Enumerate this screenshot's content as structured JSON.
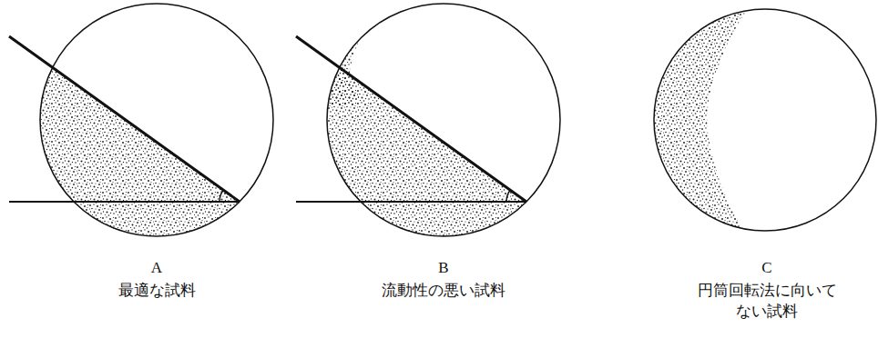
{
  "diagram": {
    "labels": [
      "A",
      "最適な試料",
      "B",
      "流動性の悪い試料",
      "C",
      "円筒回転法に向いて ない試料"
    ]
  }
}
